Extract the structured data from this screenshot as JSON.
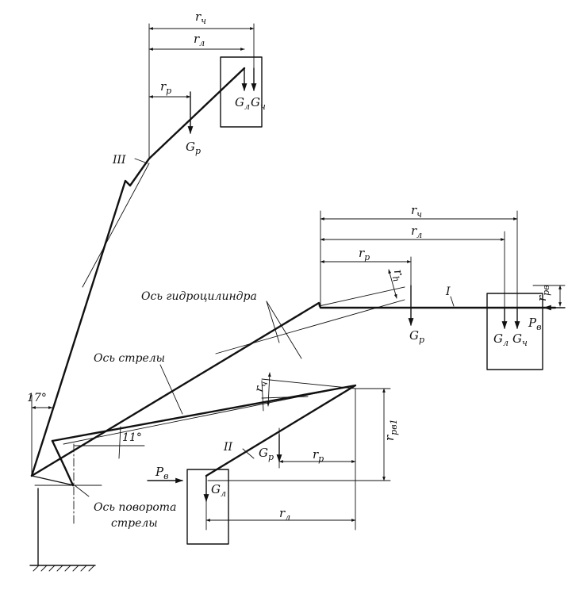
{
  "labels": {
    "rch": "r",
    "rch_sub": "ч",
    "rl": "r",
    "rl_sub": "л",
    "rp": "r",
    "rp_sub": "p",
    "Gl": "G",
    "Gl_sub": "л",
    "Gch": "G",
    "Gch_sub": "ч",
    "Gp": "G",
    "Gp_sub": "p",
    "Pv": "P",
    "Pv_sub": "в",
    "rpv": "r",
    "rpv_sub": "pв",
    "rpv1_sub": "pв1",
    "rh": "r",
    "rh_sub": "h",
    "pos_I": "I",
    "pos_II": "II",
    "pos_III": "III",
    "angle_17": "17°",
    "angle_11": "11°",
    "axis_cylinder": "Ось гидроцилиндра",
    "axis_boom": "Ось стрелы",
    "axis_pivot_1": "Ось поворота",
    "axis_pivot_2": "стрелы"
  }
}
